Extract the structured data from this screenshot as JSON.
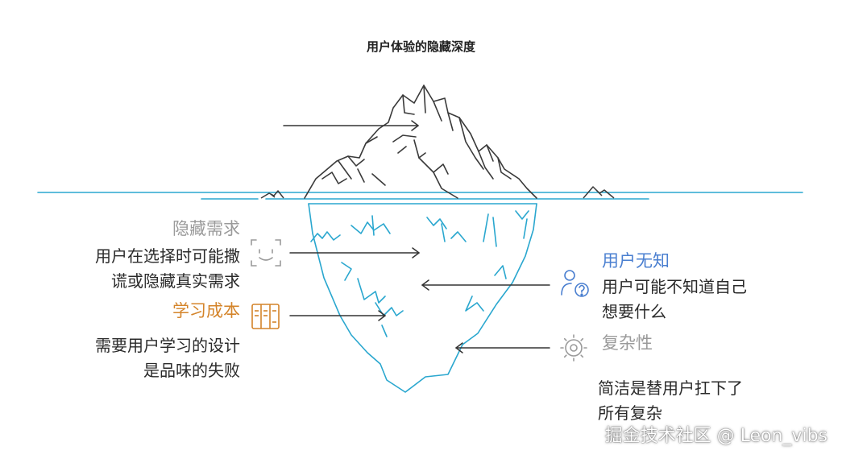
{
  "title": "用户体验的隐藏深度",
  "items": [
    {
      "heading": "隐藏需求",
      "desc_lines": [
        "用户在选择时可能撒",
        "谎或隐藏真实需求"
      ],
      "color": "#9a9a9a",
      "icon": "face-scan-icon"
    },
    {
      "heading": "学习成本",
      "desc_lines": [
        "需要用户学习的设计",
        "是品味的失败"
      ],
      "color": "#d4842a",
      "icon": "books-icon"
    },
    {
      "heading": "用户无知",
      "desc_lines": [
        "用户可能不知道自己",
        "想要什么"
      ],
      "color": "#4a7fd0",
      "icon": "user-question-icon"
    },
    {
      "heading": "复杂性",
      "desc_lines": [
        "简洁是替用户扛下了",
        "所有复杂"
      ],
      "color": "#9a9a9a",
      "icon": "gear-icon"
    }
  ],
  "watermark": "掘金技术社区 @ Leon_vibs",
  "colors": {
    "water": "#2aa7cf",
    "rock": "#3a3a3a",
    "arrow": "#333333"
  }
}
